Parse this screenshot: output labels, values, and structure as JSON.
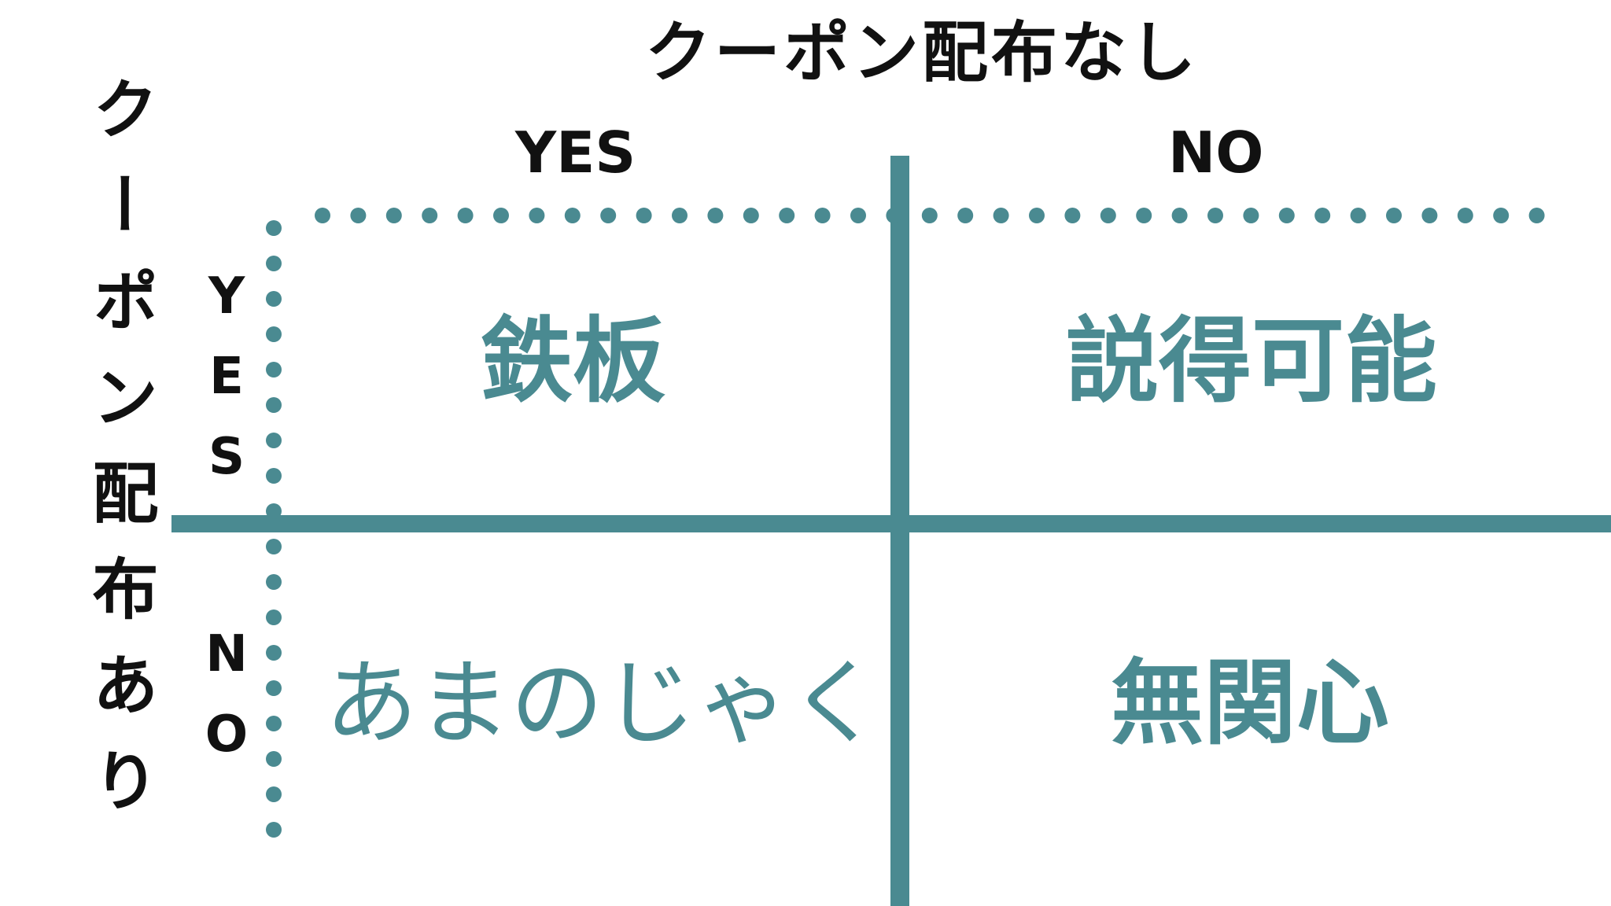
{
  "diagram": {
    "top_axis_title": "クーポン配布なし",
    "left_axis_title": "クーポン配布あり",
    "column_labels": {
      "yes": "YES",
      "no": "NO"
    },
    "row_labels": {
      "yes": "YES",
      "no": "NO"
    },
    "quadrants": {
      "top_left": "鉄板",
      "top_right": "説得可能",
      "bottom_left": "あまのじゃく",
      "bottom_right": "無関心"
    },
    "colors": {
      "accent": "#4a8a91",
      "text": "#111111",
      "background": "#ffffff"
    }
  }
}
